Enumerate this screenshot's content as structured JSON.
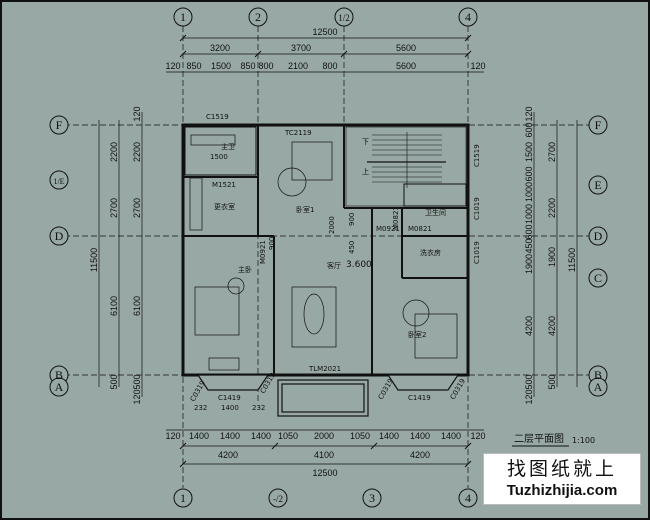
{
  "axes": {
    "top": [
      "1",
      "2",
      "1/2",
      "4"
    ],
    "bottom": [
      "1",
      "-/2",
      "3",
      "4"
    ],
    "left": [
      "F",
      "1/E",
      "D",
      "B",
      "A"
    ],
    "right": [
      "F",
      "E",
      "D",
      "C",
      "B",
      "A"
    ]
  },
  "dims": {
    "top_total": "12500",
    "top_row2": [
      "3200",
      "3700",
      "5600"
    ],
    "top_row3": [
      "120",
      "850",
      "1500",
      "850",
      "800",
      "2100",
      "800",
      "5600",
      "120"
    ],
    "left_outer": [
      "11500"
    ],
    "left_mid": [
      "2200",
      "2700",
      "6100",
      "500"
    ],
    "left_inner": [
      "120",
      "2200",
      "2700",
      "6100",
      "500",
      "120"
    ],
    "right_outer": [
      "11500"
    ],
    "right_mid": [
      "2700",
      "2200",
      "1900",
      "4200",
      "500"
    ],
    "right_inner": [
      "120",
      "600",
      "1500",
      "600",
      "1000",
      "1000",
      "600",
      "450",
      "1900",
      "4200",
      "500",
      "120"
    ],
    "bottom_row1": [
      "120",
      "1400",
      "1400",
      "1400",
      "1050",
      "2000",
      "1050",
      "1400",
      "1400",
      "1400",
      "120"
    ],
    "bottom_row2": [
      "4200",
      "4100",
      "4200"
    ],
    "bottom_total": "12500"
  },
  "labels": {
    "c1519": "C1519",
    "w1500": "1500",
    "bathroom": "主卫",
    "m1521": "M1521",
    "closet": "更衣室",
    "tc2119": "TC2119",
    "bedroom1": "卧室1",
    "m0921": "M0921",
    "d900a": "900",
    "d900b": "900",
    "d450": "450",
    "d2000": "2000",
    "master": "主卧",
    "living": "客厅",
    "elev": "3.600",
    "tlm": "TLM2021",
    "m0821a": "M0821",
    "m0821b": "M0821",
    "m0921b": "M0921",
    "bath2": "卫生间",
    "laundry": "洗衣房",
    "c1519r": "C1519",
    "c1019a": "C1019",
    "c1019b": "C1019",
    "bedroom2": "卧室2",
    "c0319a": "C0319",
    "c0319b": "C0319",
    "c0319c": "C0319",
    "c0319d": "C0319",
    "c1419a": "C1419",
    "c1419b": "C1419",
    "d232a": "232",
    "d1400": "1400",
    "d232b": "232",
    "stair_down": "下",
    "stair_up": "上",
    "title": "二层平面图",
    "scale": "1:100"
  },
  "watermark": {
    "cn": "找图纸就上",
    "en": "Tuzhizhijia.com"
  }
}
